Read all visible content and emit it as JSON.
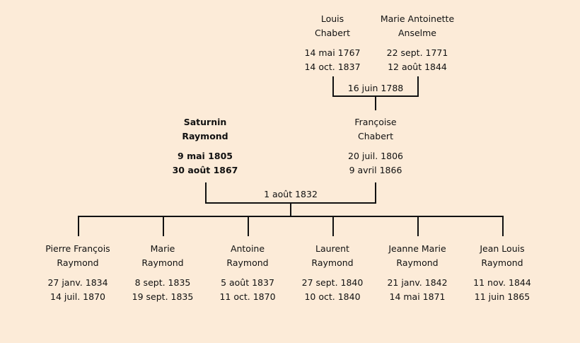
{
  "grandparents": [
    {
      "first": "Louis",
      "last": "Chabert",
      "birth": "14 mai 1767",
      "death": "14 oct. 1837"
    },
    {
      "first": "Marie Antoinette",
      "last": "Anselme",
      "birth": "22 sept. 1771",
      "death": "12 août 1844"
    }
  ],
  "grandparents_marriage": "16 juin 1788",
  "parents": [
    {
      "first": "Saturnin",
      "last": "Raymond",
      "birth": "9 mai 1805",
      "death": "30 août 1867"
    },
    {
      "first": "Françoise",
      "last": "Chabert",
      "birth": "20 juil. 1806",
      "death": "9 avril 1866"
    }
  ],
  "parents_marriage": "1 août 1832",
  "children": [
    {
      "first": "Pierre François",
      "last": "Raymond",
      "birth": "27 janv. 1834",
      "death": "14 juil. 1870"
    },
    {
      "first": "Marie",
      "last": "Raymond",
      "birth": "8 sept. 1835",
      "death": "19 sept. 1835"
    },
    {
      "first": "Antoine",
      "last": "Raymond",
      "birth": "5 août 1837",
      "death": "11 oct. 1870"
    },
    {
      "first": "Laurent",
      "last": "Raymond",
      "birth": "27 sept. 1840",
      "death": "10 oct. 1840"
    },
    {
      "first": "Jeanne Marie",
      "last": "Raymond",
      "birth": "21 janv. 1842",
      "death": "14 mai 1871"
    },
    {
      "first": "Jean Louis",
      "last": "Raymond",
      "birth": "11 nov. 1844",
      "death": "11 juin 1865"
    }
  ]
}
